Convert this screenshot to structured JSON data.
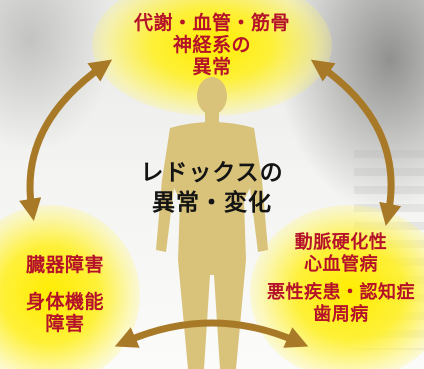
{
  "diagram": {
    "center": {
      "line1": "レドックスの",
      "line2": "異常・変化"
    },
    "top_node": {
      "line1": "代謝・血管・筋骨",
      "line2": "神経系の",
      "line3": "異常"
    },
    "left_node": {
      "line1": "臓器障害",
      "line2": "身体機能",
      "line3": "障害"
    },
    "right_node": {
      "line1": "動脈硬化性",
      "line2": "心血管病",
      "line3": "悪性疾患・認知症",
      "line4": "歯周病"
    }
  },
  "colors": {
    "node_glow": "#ffec00",
    "node_text": "#b5122a",
    "arrow": "#a87a28",
    "figure": "#d9c27a",
    "center_text": "#141414"
  }
}
